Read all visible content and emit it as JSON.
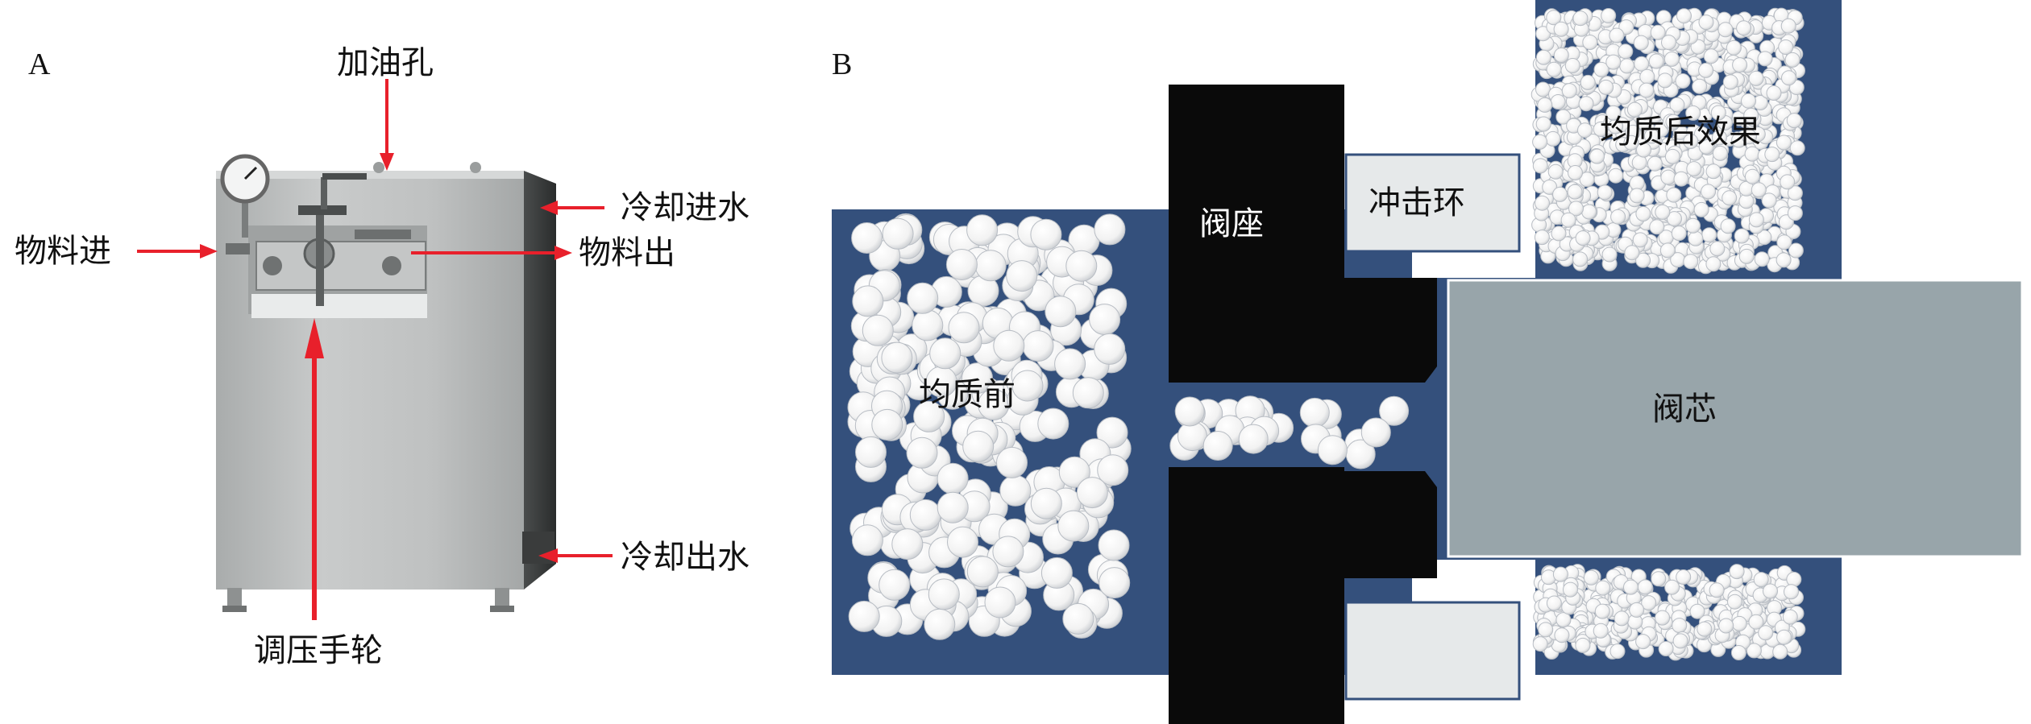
{
  "panel_a": {
    "letter": "A",
    "labels": {
      "oil_hole": "加油孔",
      "cooling_in": "冷却进水",
      "material_in": "物料进",
      "material_out": "物料出",
      "cooling_out": "冷却出水",
      "pressure_wheel": "调压手轮"
    }
  },
  "panel_b": {
    "letter": "B",
    "labels": {
      "valve_seat": "阀座",
      "impact_ring": "冲击环",
      "after_effect": "均质后效果",
      "before": "均质前",
      "valve_core": "阀芯"
    }
  },
  "colors": {
    "arrow": "#e8202b",
    "fluid": "#34507c",
    "valve_seat": "#0a0a0a",
    "valve_core": "#98a5aa",
    "impact_ring": "#e6e9ea",
    "particle": "#ffffff",
    "steel": "#b9bcbc"
  }
}
